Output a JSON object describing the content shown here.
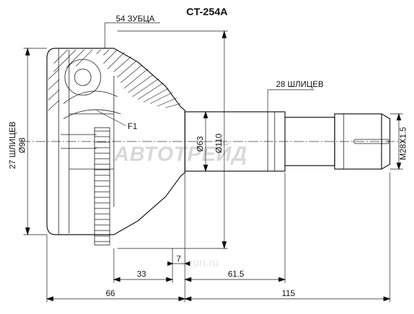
{
  "title": "CT-254A",
  "labels": {
    "teeth": "54 ЗУБЦА",
    "outer_splines": "28 ШЛИЦЕВ",
    "inner_splines": "27 ШЛИЦЕВ",
    "f1": "F1",
    "d98": "Ø98",
    "d63": "Ø63",
    "d110": "Ø110",
    "thread": "M28X1.5"
  },
  "dimensions": {
    "d33": "33",
    "d7": "7",
    "d61_5": "61.5",
    "d66": "66",
    "d115": "115"
  },
  "watermark": {
    "brand": "АВТОТРЕЙД",
    "site": "ozon.ru"
  },
  "colors": {
    "line": "#111111",
    "watermark": "#d8d8d8"
  }
}
